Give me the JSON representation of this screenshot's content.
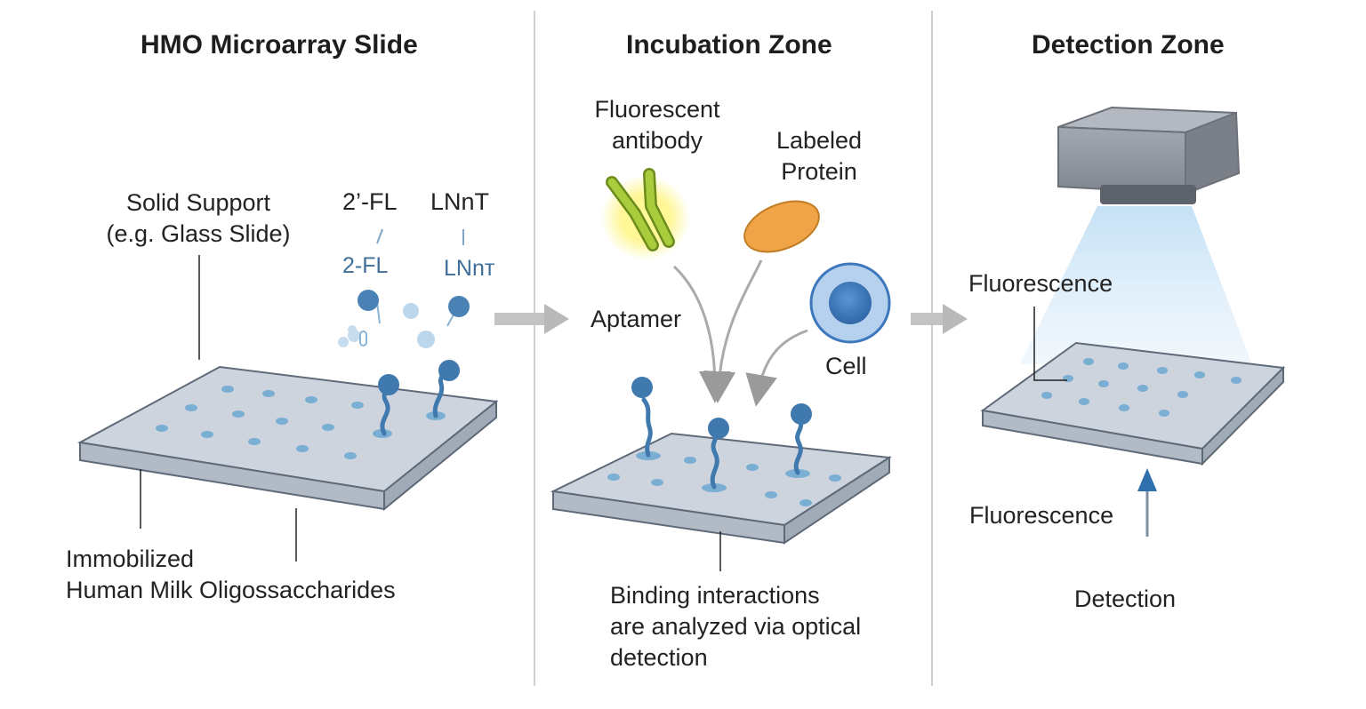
{
  "panels": [
    {
      "title": "HMO Microarray Slide",
      "support_label": [
        "Solid Support",
        "(e.g. Glass Slide)"
      ],
      "hmo_labels": [
        "2’-FL",
        "LNnT"
      ],
      "hmo_sublabels": [
        "2-FL",
        "LNnт"
      ],
      "immobilized_label": [
        "Immobilized",
        "Human Milk Oligossaccharides"
      ]
    },
    {
      "title": "Incubation Zone",
      "antibody_label": [
        "Fluorescent",
        "antibody"
      ],
      "protein_label": [
        "Labeled",
        "Protein"
      ],
      "aptamer_label": "Aptamer",
      "cell_label": "Cell",
      "binding_label": [
        "Binding interactions",
        "are analyzed via optical",
        "detection"
      ]
    },
    {
      "title": "Detection Zone",
      "fluorescence_top": "Fluorescence",
      "fluorescence_bottom": "Fluorescence",
      "detection_label": "Detection"
    }
  ],
  "colors": {
    "slide_top": "#cdd4de",
    "slide_side": "#b2bac6",
    "slide_edge": "#5f6a78",
    "spot": "#7aaed3",
    "probe": "#3f79ad",
    "antibody": "#a8cc3c",
    "antibody_glow": "#fff16a",
    "protein": "#f0a447",
    "cell_outer": "#b5d1ee",
    "cell_inner": "#3d78bd",
    "camera": "#8e939c",
    "beam": "#cfe6f7",
    "arrow_gray": "#b9b9b9",
    "detection_arrow": "#2f6fad"
  }
}
